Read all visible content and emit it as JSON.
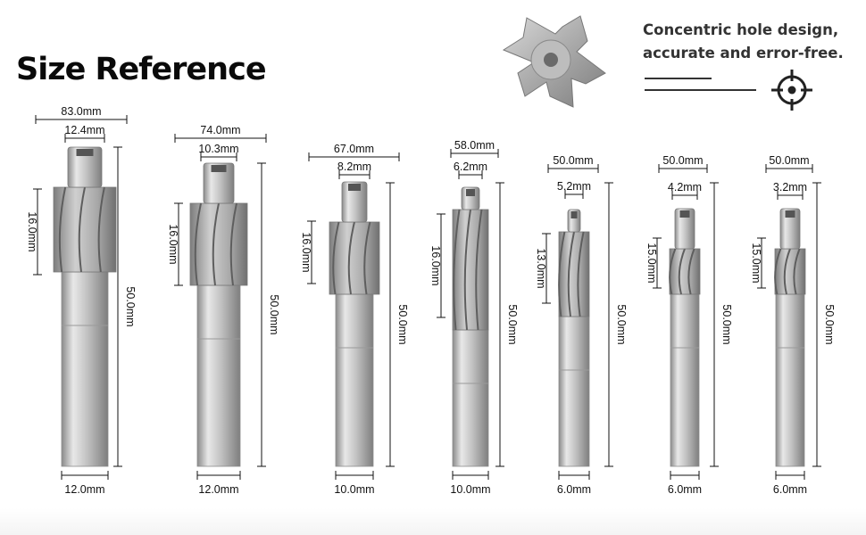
{
  "heading": "Size Reference",
  "feature": {
    "line1": "Concentric hole design,",
    "line2": "accurate and error-free.",
    "icon": "crosshair-target-icon"
  },
  "product_image": "countersink-cutter-top-view",
  "cutters": [
    {
      "total_length": "83.0mm",
      "pilot": "12.4mm",
      "flute": "16.0mm",
      "overall": "50.0mm",
      "shank": "12.0mm"
    },
    {
      "total_length": "74.0mm",
      "pilot": "10.3mm",
      "flute": "16.0mm",
      "overall": "50.0mm",
      "shank": "12.0mm"
    },
    {
      "total_length": "67.0mm",
      "pilot": "8.2mm",
      "flute": "16.0mm",
      "overall": "50.0mm",
      "shank": "10.0mm"
    },
    {
      "total_length": "58.0mm",
      "pilot": "6.2mm",
      "flute": "16.0mm",
      "overall": "50.0mm",
      "shank": "10.0mm"
    },
    {
      "total_length": "50.0mm",
      "pilot": "5.2mm",
      "flute": "13.0mm",
      "overall": "50.0mm",
      "shank": "6.0mm"
    },
    {
      "total_length": "50.0mm",
      "pilot": "4.2mm",
      "flute": "15.0mm",
      "overall": "50.0mm",
      "shank": "6.0mm"
    },
    {
      "total_length": "50.0mm",
      "pilot": "3.2mm",
      "flute": "15.0mm",
      "overall": "50.0mm",
      "shank": "6.0mm"
    }
  ]
}
